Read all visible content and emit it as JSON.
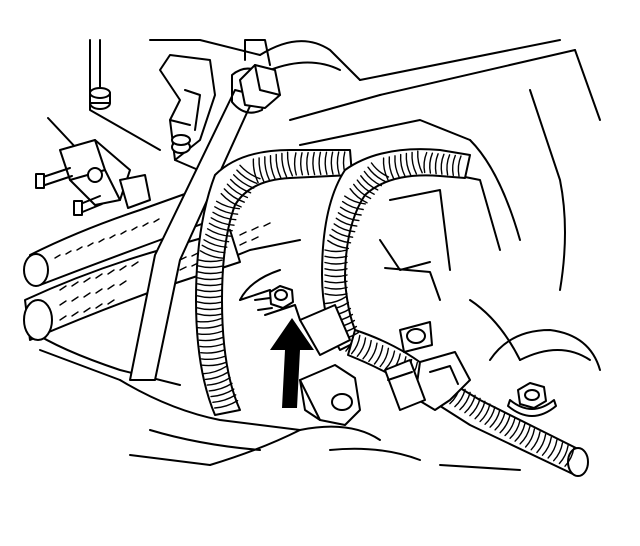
{
  "diagram": {
    "description_visible_text": "",
    "colors": {
      "line": "#000000",
      "background": "#ffffff"
    },
    "components": [
      {
        "id": "mounting-bracket",
        "icon": "bracket-icon"
      },
      {
        "id": "cylinder-head-bolt",
        "icon": "bolt-icon"
      },
      {
        "id": "sensor-connector",
        "icon": "connector-icon"
      },
      {
        "id": "coolant-hose",
        "icon": "hose-icon"
      },
      {
        "id": "vacuum-tube",
        "icon": "tube-icon"
      },
      {
        "id": "wiring-harness-left",
        "icon": "corrugated-conduit-icon"
      },
      {
        "id": "wiring-harness-right",
        "icon": "corrugated-conduit-icon"
      },
      {
        "id": "harness-clip",
        "icon": "clip-icon"
      },
      {
        "id": "sensor-mount-bracket",
        "icon": "bracket-icon"
      },
      {
        "id": "sensor-nut",
        "icon": "nut-icon"
      },
      {
        "id": "harness-retainer",
        "icon": "retainer-icon"
      },
      {
        "id": "flange-nut",
        "icon": "nut-icon"
      },
      {
        "id": "indicator-arrow",
        "icon": "arrow-up-icon"
      }
    ]
  }
}
